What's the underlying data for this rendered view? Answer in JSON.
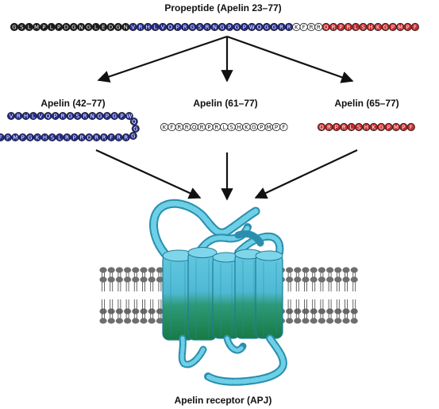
{
  "diagram": {
    "title": "Propeptide (Apelin 23–77)",
    "receptor_label": "Apelin receptor (APJ)",
    "colors": {
      "black_bead": "#1a1a1a",
      "blue_bead": "#232a8c",
      "white_bead": "#ffffff",
      "red_bead": "#c42a2a",
      "receptor_top": "#5fc6df",
      "receptor_bottom": "#1a7f4e",
      "lipid_head": "#6e6e6e"
    },
    "propeptide": {
      "black": "GSLMPLPDGNGLEDGN",
      "blue": "VRHLVQPRGSRNGPGPWQGGRR",
      "white": "KFRR",
      "red": "QRPRLSHKGPMPF"
    },
    "fragments": [
      {
        "name": "Apelin (42–77)",
        "line1": "VRHLVQPRGSRNGPGPW",
        "turn": "QGG",
        "line2": "RRFRRQRPRLSHKGPMPF",
        "color": "blue"
      },
      {
        "name": "Apelin (61–77)",
        "sequence": "KFRRQRPRLSHKGPMPF",
        "color": "white"
      },
      {
        "name": "Apelin (65–77)",
        "sequence": "QRPRLSHKGPMPF",
        "color": "red"
      }
    ]
  }
}
